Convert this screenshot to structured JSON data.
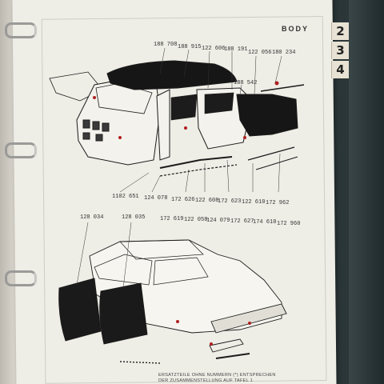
{
  "header": {
    "section_label": "BODY"
  },
  "tabs": [
    {
      "label": "2"
    },
    {
      "label": "3"
    },
    {
      "label": "4"
    }
  ],
  "top_part_numbers": [
    "188 708",
    "188 915",
    "122 606",
    "188 191",
    "122 056",
    "180 234",
    "188 542"
  ],
  "bottom_part_numbers_row1": [
    "1102 651",
    "124 078",
    "172 626",
    "122 608",
    "172 623",
    "122 610",
    "172 962"
  ],
  "bottom_part_numbers_row2": [
    "172 619",
    "122 058",
    "124 079",
    "172 627",
    "174 610",
    "172 960"
  ],
  "lower_part_numbers": [
    "128 034",
    "128 035"
  ],
  "footer": {
    "line1": "ERSATZTEILE OHNE NUMMERN (*) ENTSPRECHEN",
    "line2": "DER ZUSAMMENSTELLUNG AUF TAFEL 1"
  },
  "colors": {
    "paper": "#eeede6",
    "ink": "#1c1c1c",
    "red_marker": "#b02020"
  }
}
